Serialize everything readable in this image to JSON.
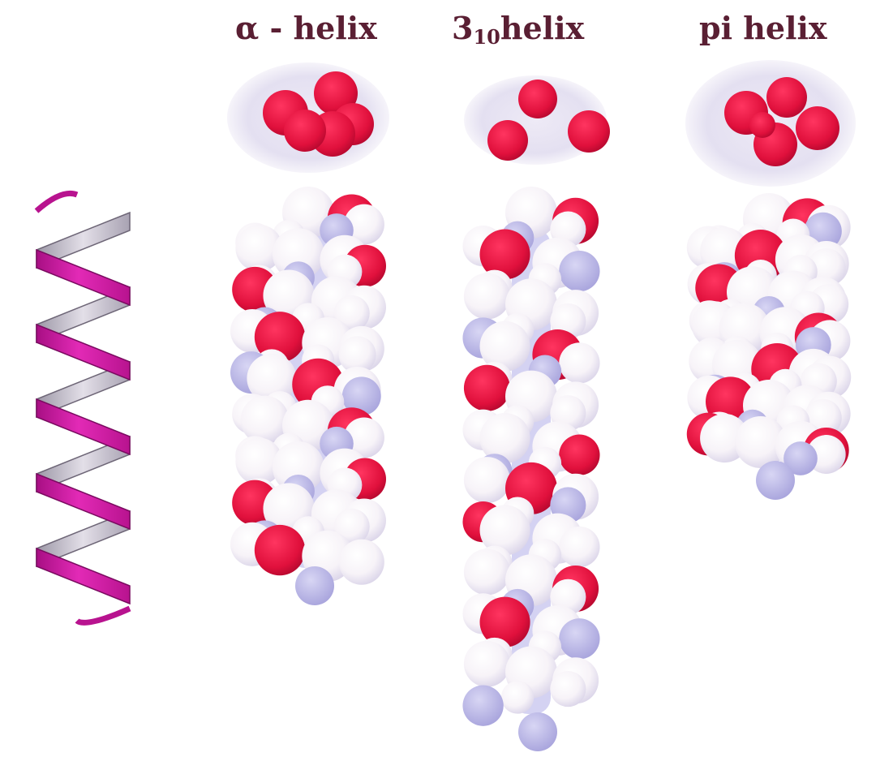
{
  "labels": {
    "alpha": "α - helix",
    "three_ten_main": "3",
    "three_ten_sub": "10",
    "three_ten_rest": "helix",
    "pi": "pi helix"
  },
  "colors": {
    "label_text": "#5a1f33",
    "oxygen_red": "#e0103c",
    "atom_white": "#fbf8fb",
    "backbone_lavender": "#b5b2e6",
    "ribbon_magenta": "#d41aa6",
    "ribbon_back": "#c9c3cf"
  },
  "panels": [
    {
      "id": "ribbon",
      "name": "alpha helix ribbon cartoon"
    },
    {
      "id": "alpha",
      "name": "alpha helix space-filling model"
    },
    {
      "id": "three_ten",
      "name": "3-10 helix space-filling model"
    },
    {
      "id": "pi",
      "name": "pi helix space-filling model"
    }
  ]
}
